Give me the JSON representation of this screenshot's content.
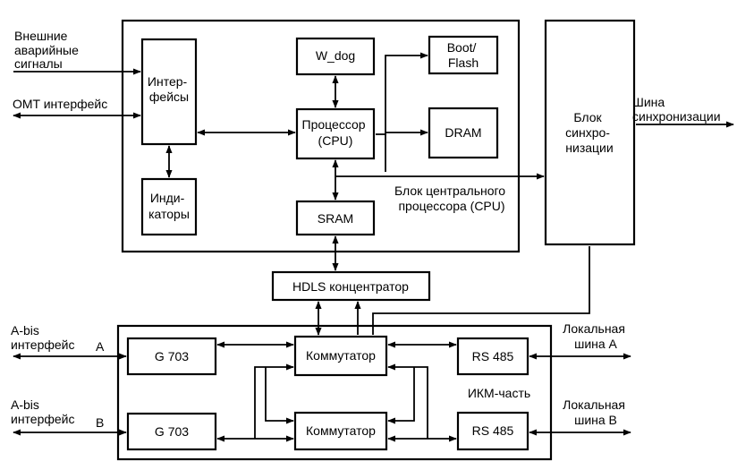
{
  "blocks": {
    "interfaces": [
      "Интер-",
      "фейсы"
    ],
    "indicators": [
      "Инди-",
      "каторы"
    ],
    "wdog": "W_dog",
    "cpu": [
      "Процессор",
      "(CPU)"
    ],
    "sram": "SRAM",
    "boot_flash": [
      "Boot/",
      "Flash"
    ],
    "dram": "DRAM",
    "sync_block": [
      "Блок",
      "синхро-",
      "низации"
    ],
    "hdls": "HDLS концентратор",
    "g703_a": "G 703",
    "g703_b": "G 703",
    "switch_a": "Коммутатор",
    "switch_b": "Коммутатор",
    "rs485_a": "RS 485",
    "rs485_b": "RS 485"
  },
  "labels": {
    "cpu_block": [
      "Блок центрального",
      "процессора (CPU)"
    ],
    "pcm_part": "ИКМ-часть",
    "external_alarms": [
      "Внешние",
      "аварийные",
      "сигналы"
    ],
    "omt_interface": "OMT интерфейс",
    "sync_bus": [
      "Шина",
      "синхронизации"
    ],
    "abis_a": [
      "A-bis",
      "интерфейс"
    ],
    "abis_b": [
      "A-bis",
      "интерфейс"
    ],
    "port_a": "A",
    "port_b": "B",
    "local_bus_a": [
      "Локальная",
      "шина А"
    ],
    "local_bus_b": [
      "Локальная",
      "шина В"
    ]
  }
}
